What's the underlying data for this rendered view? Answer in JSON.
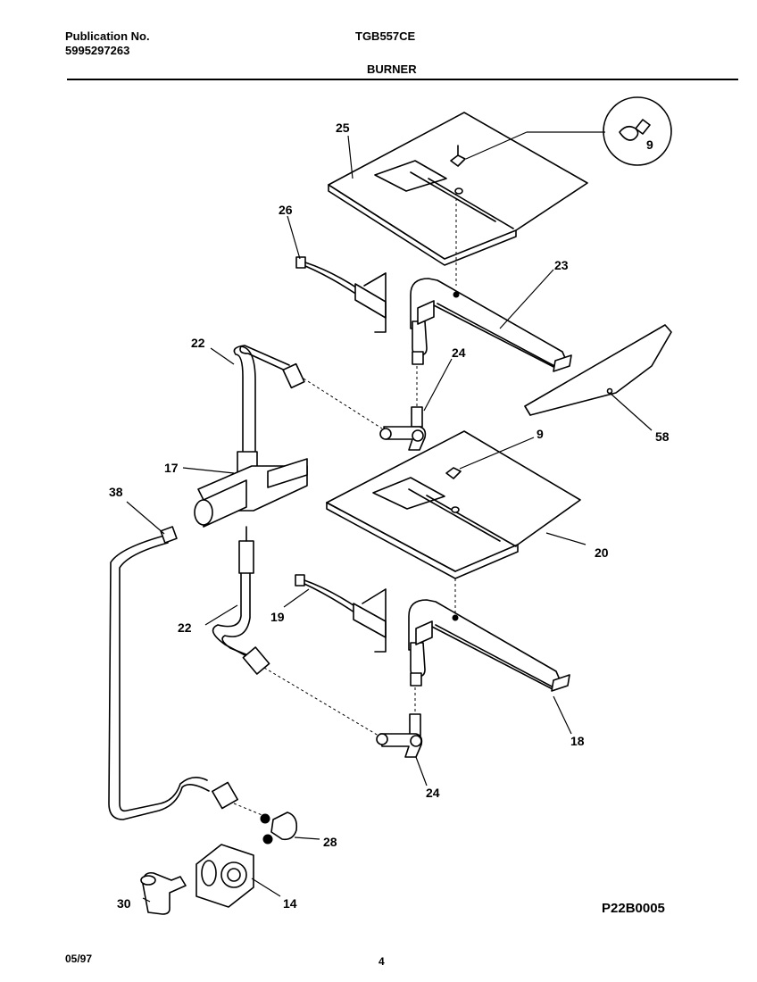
{
  "header": {
    "publication_label": "Publication No.",
    "publication_number": "5995297263",
    "model": "TGB557CE",
    "section": "BURNER"
  },
  "callouts": [
    "25",
    "9",
    "26",
    "23",
    "22",
    "24",
    "58",
    "17",
    "9",
    "38",
    "20",
    "19",
    "22",
    "18",
    "24",
    "28",
    "30",
    "14"
  ],
  "drawing_code": "P22B0005",
  "footer": {
    "date": "05/97",
    "page": "4"
  }
}
